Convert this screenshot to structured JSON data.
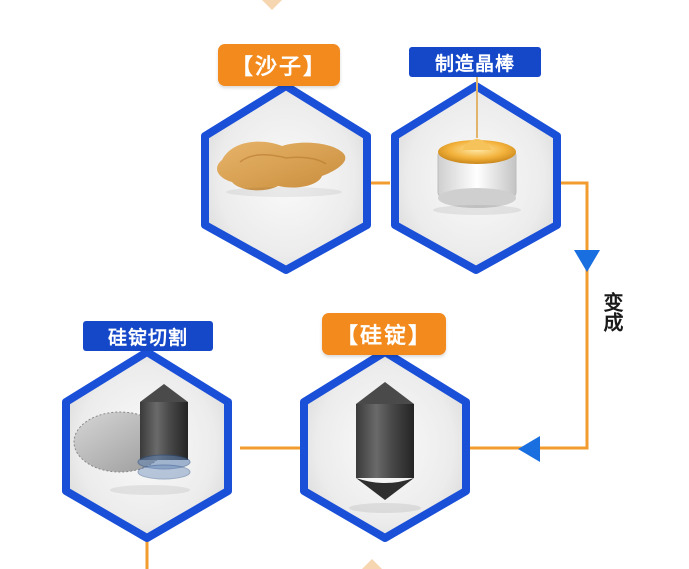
{
  "steps": [
    {
      "id": "sand",
      "label": "【沙子】",
      "label_style": "orange",
      "icon": "sand-pile-icon"
    },
    {
      "id": "grow-crystal",
      "label": "制造晶棒",
      "label_style": "blue",
      "icon": "crucible-crystal-pulling-icon"
    },
    {
      "id": "ingot",
      "label": "【硅锭】",
      "label_style": "orange",
      "icon": "silicon-ingot-icon"
    },
    {
      "id": "ingot-slicing",
      "label": "硅锭切割",
      "label_style": "blue",
      "icon": "ingot-saw-slicing-icon"
    }
  ],
  "connectors": [
    {
      "from": "sand",
      "to": "grow-crystal"
    },
    {
      "from": "grow-crystal",
      "to": "ingot",
      "label": "变成"
    },
    {
      "from": "ingot",
      "to": "ingot-slicing"
    }
  ],
  "colors": {
    "hex_border": "#1a4fd8",
    "connector": "#f29b2e",
    "arrow": "#1a6fe0",
    "tag_orange": "#f28a1e",
    "tag_blue": "#1548c9"
  }
}
